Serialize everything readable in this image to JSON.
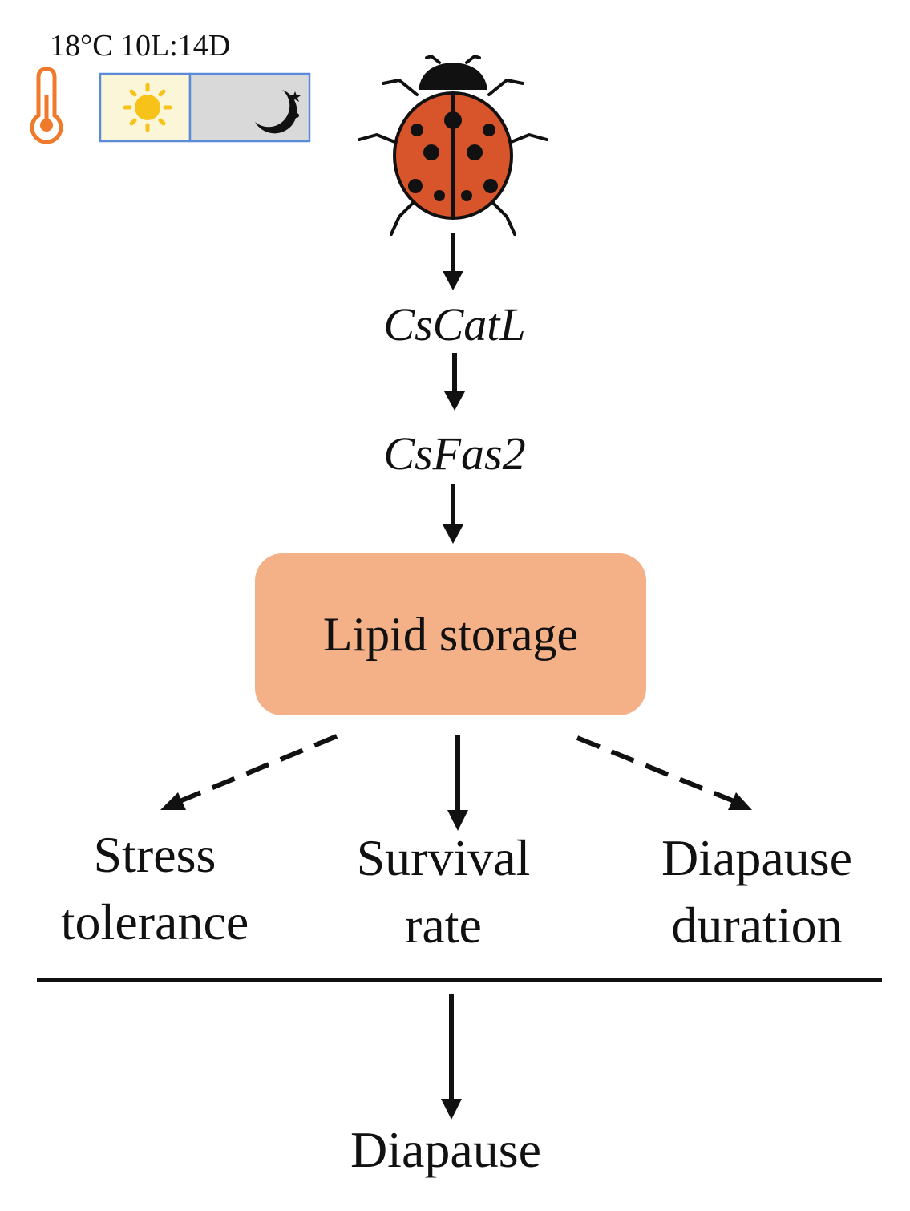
{
  "conditions": {
    "label": "18°C 10L:14D",
    "icons": [
      "thermometer-icon",
      "sun-icon",
      "moon-stars-icon",
      "ladybird-icon"
    ],
    "photoperiod": {
      "light_hours": 10,
      "dark_hours": 14
    }
  },
  "pathway": {
    "step1": "CsCatL",
    "step2": "CsFas2",
    "box": "Lipid storage"
  },
  "outcomes": [
    {
      "line1": "Stress",
      "line2": "tolerance",
      "arrow_style": "dashed"
    },
    {
      "line1": "Survival",
      "line2": "rate",
      "arrow_style": "solid"
    },
    {
      "line1": "Diapause",
      "line2": "duration",
      "arrow_style": "dashed"
    }
  ],
  "final": "Diapause",
  "colors": {
    "thermometer": "#f07a2c",
    "sun": "#f7c31b",
    "light_panel": "#fbf6d8",
    "dark_panel": "#d9d9d9",
    "panel_border": "#5b8bd8",
    "ladybird_body": "#d8542b",
    "box_fill": "#f4b187",
    "ink": "#111111"
  }
}
